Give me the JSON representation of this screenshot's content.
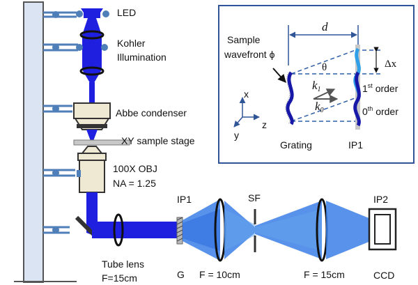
{
  "colors": {
    "beam": "#1f1fe0",
    "beam_light": "#3b7fe6",
    "beam_pale": "#64a6ec",
    "pole_fill": "#dbe4f2",
    "pole_stroke": "#555555",
    "clamp": "#4f7fb8",
    "optic_fill": "#efe8d2",
    "inset_border": "#2f5597",
    "wave_dark": "#1818a8",
    "wave_light": "#2f9fe8",
    "dashed": "#2f5fa8"
  },
  "icons": {
    "led": "led-icon",
    "objective": "objective-icon",
    "condenser": "condenser-icon",
    "ccd": "ccd-camera-icon",
    "mirror": "mirror-icon",
    "grating": "grating-icon"
  },
  "labels": {
    "led": "LED",
    "kohler_1": "Kohler",
    "kohler_2": "Illumination",
    "abbe": "Abbe condenser",
    "stage": "XY sample stage",
    "obj_1": "100X OBJ",
    "obj_2": "NA = 1.25",
    "tube_1": "Tube lens",
    "tube_2": "F=15cm",
    "ip1": "IP1",
    "g": "G",
    "f10": "F = 10cm",
    "sf": "SF",
    "f15": "F = 15cm",
    "ip2": "IP2",
    "ccd": "CCD"
  },
  "inset": {
    "d": "d",
    "sample_1": "Sample",
    "sample_2": "wavefront ϕ",
    "theta": "θ",
    "dx": "Δx",
    "k1": "k",
    "k1_sub": "1",
    "k0": "k",
    "k0_sub": "0",
    "first_order": "1st order",
    "first_order_pre": "1",
    "first_order_sup": "st",
    "first_order_post": " order",
    "zeroth_order_pre": "0",
    "zeroth_order_sup": "th",
    "zeroth_order_post": " order",
    "axis_x": "x",
    "axis_y": "y",
    "axis_z": "z",
    "grating": "Grating",
    "ip1": "IP1"
  }
}
